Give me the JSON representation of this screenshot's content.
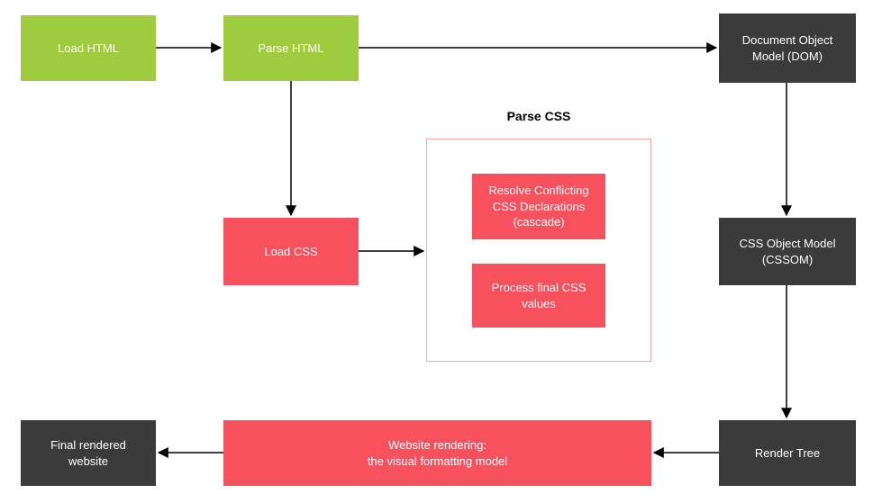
{
  "diagram": {
    "group": {
      "title": "Parse CSS"
    },
    "nodes": {
      "load_html": {
        "label": "Load HTML"
      },
      "parse_html": {
        "label": "Parse HTML"
      },
      "dom": {
        "label": "Document Object\nModel (DOM)"
      },
      "load_css": {
        "label": "Load CSS"
      },
      "resolve_cascade": {
        "label": "Resolve Conflicting\nCSS Declarations\n(cascade)"
      },
      "process_values": {
        "label": "Process final CSS\nvalues"
      },
      "cssom": {
        "label": "CSS Object Model\n(CSSOM)"
      },
      "render_tree": {
        "label": "Render Tree"
      },
      "website_rendering": {
        "label": "Website rendering:\nthe visual formatting model"
      },
      "final_website": {
        "label": "Final rendered\nwebsite"
      }
    },
    "colors": {
      "green": "#9fcc3e",
      "red": "#f8515e",
      "dark": "#3b3b3b",
      "container_border": "#f8a5a8",
      "arrow": "#000000",
      "text_light": "#ffffff",
      "text_dark": "#000000",
      "canvas_bg": "#ffffff"
    }
  }
}
